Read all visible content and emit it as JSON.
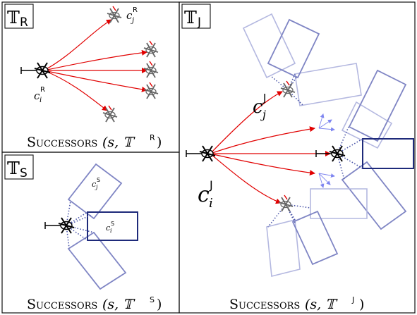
{
  "panels": {
    "r": {
      "tag": {
        "base": "𝕋",
        "sub": "R"
      },
      "caption": {
        "func": "Successors",
        "args_a": "(s, 𝕋",
        "sup": "R",
        "args_b": ")"
      },
      "labels": {
        "ci": {
          "base": "c",
          "sub": "i",
          "sup": "R"
        },
        "cj": {
          "base": "c",
          "sub": "j",
          "sup": "R"
        }
      }
    },
    "s": {
      "tag": {
        "base": "𝕋",
        "sub": "S"
      },
      "caption": {
        "func": "Successors",
        "args_a": "(s, 𝕋",
        "sup": "S",
        "args_b": ")"
      },
      "labels": {
        "ci": {
          "base": "c",
          "sub": "i",
          "sup": "S"
        },
        "cj": {
          "base": "c",
          "sub": "j",
          "sup": "S"
        }
      }
    },
    "j": {
      "tag": {
        "base": "𝕋",
        "sub": "J"
      },
      "caption": {
        "func": "Successors",
        "args_a": "(s, 𝕋",
        "sup": "J",
        "args_b": ")"
      },
      "labels": {
        "ci": {
          "base": "c",
          "sub": "i",
          "sup": "J"
        },
        "cj": {
          "base": "c",
          "sub": "j",
          "sup": "J"
        }
      }
    }
  },
  "colors": {
    "successor_arrow": "#e10000",
    "footprint_dark": "#1e2a7a",
    "footprint_mid": "#7f85c4",
    "footprint_faint": "#b4b8e0",
    "heading_arrow": "#7f86f0"
  },
  "icons": {
    "vehicle": "helicopter-icon",
    "successor_vehicle": "helicopter-successor-icon"
  }
}
